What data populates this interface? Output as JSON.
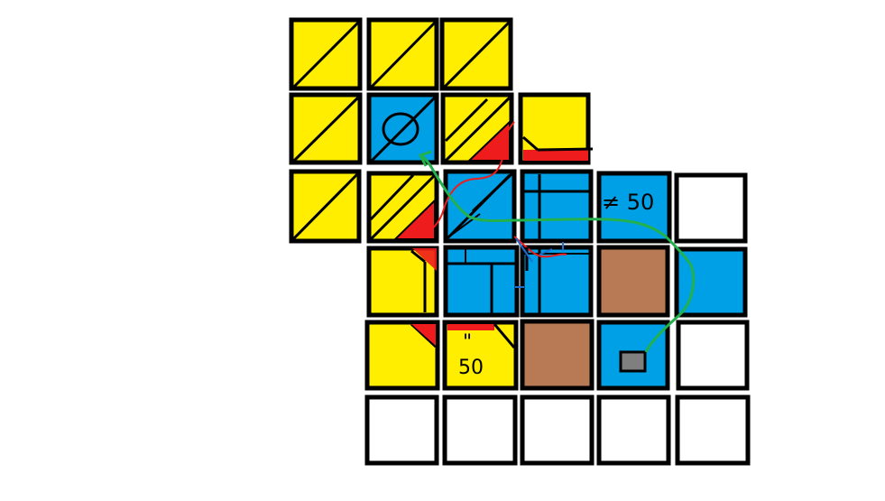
{
  "colors": {
    "yellow": "#ffee00",
    "blue": "#00a0e6",
    "brown": "#b87a55",
    "white": "#ffffff",
    "red": "#ee1c1c",
    "green": "#22b14c",
    "gray": "#7f7f7f",
    "outline": "#000000"
  },
  "grid": {
    "rows": [
      [
        "yellow",
        "yellow",
        "yellow",
        null,
        null,
        null
      ],
      [
        "yellow",
        "blue",
        "yellow",
        "yellow",
        null,
        null
      ],
      [
        "yellow",
        "yellow",
        "blue",
        "blue",
        "blue",
        "white"
      ],
      [
        null,
        "yellow",
        "blue",
        "blue",
        "brown",
        "blue"
      ],
      [
        null,
        "yellow",
        "yellow",
        "brown",
        "blue",
        "white"
      ],
      [
        null,
        "white",
        "white",
        "white",
        "white",
        "white"
      ]
    ]
  },
  "labels": {
    "empty_set": "Ø",
    "not_equal_50": "≠ 50",
    "equal_50_mark": "\"",
    "equal_50_value": "50"
  },
  "icons": {
    "gray_square": "gray-square-icon",
    "green_arrow": "green-path-arrow-icon",
    "red_curve": "red-curve-icon"
  }
}
